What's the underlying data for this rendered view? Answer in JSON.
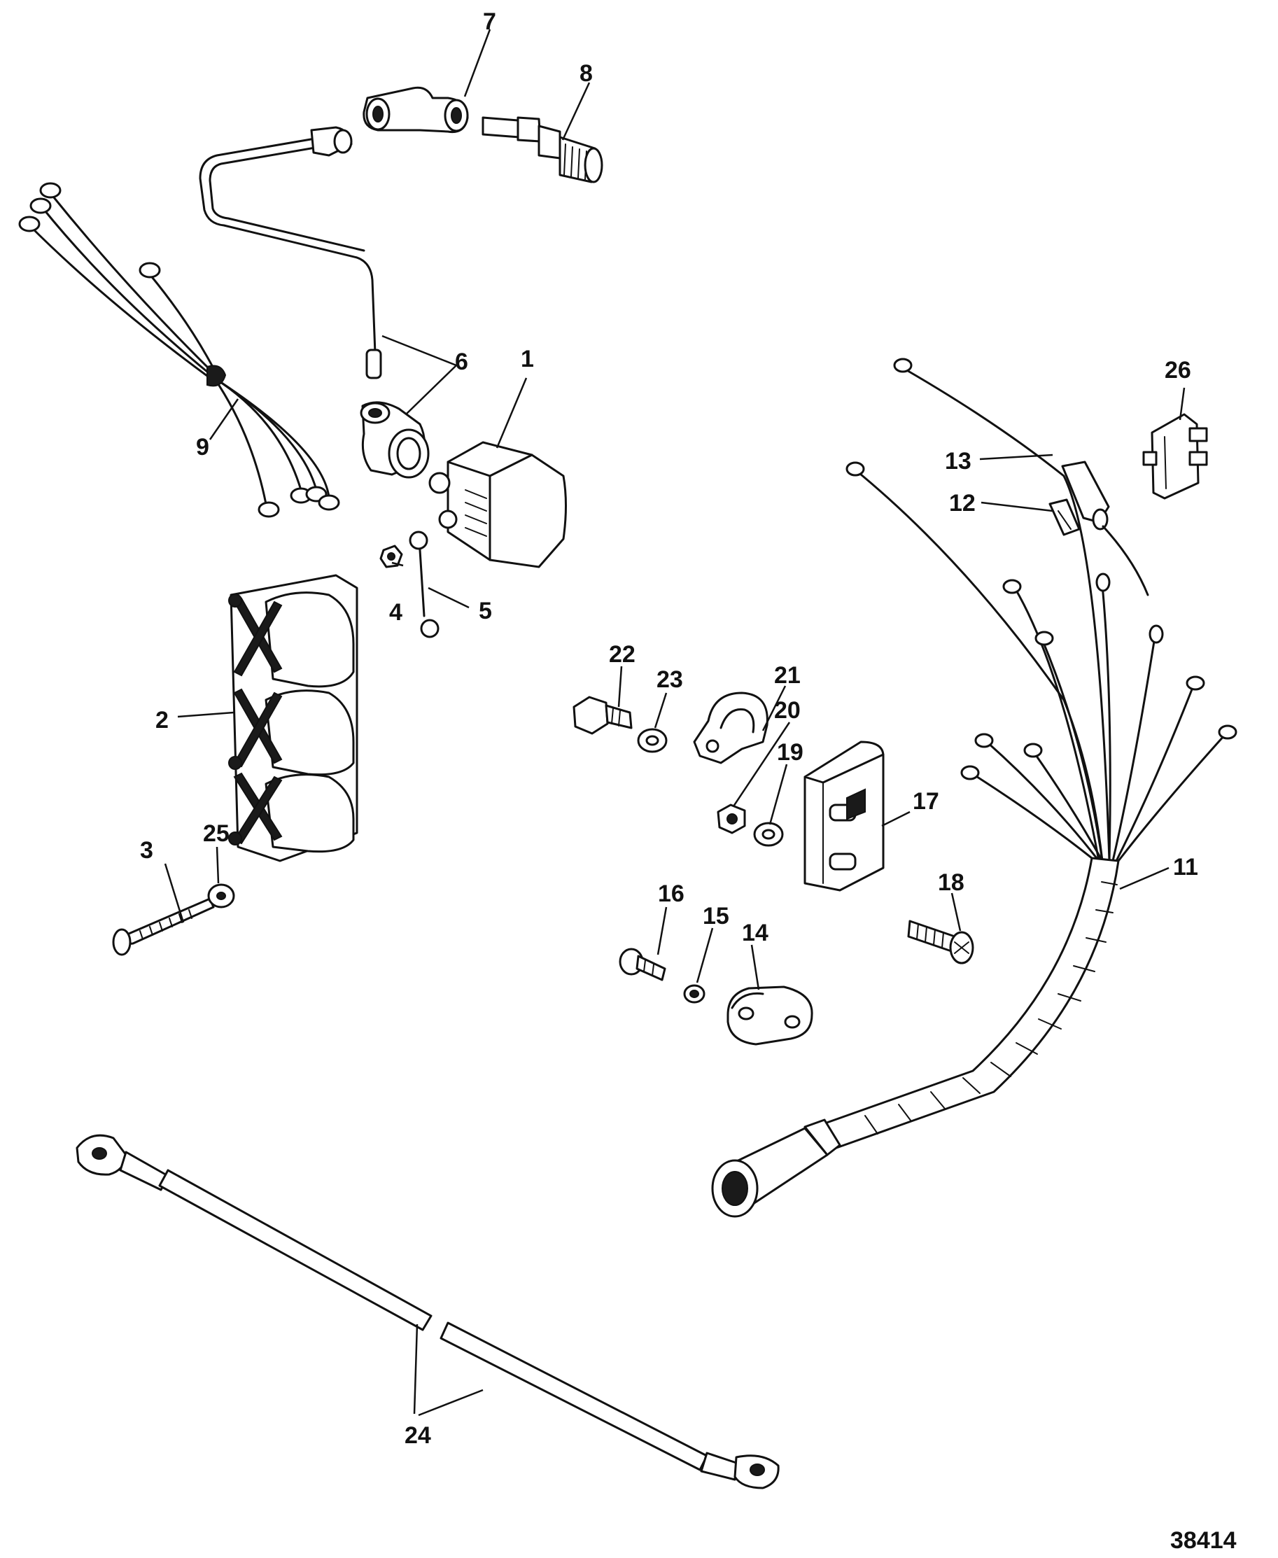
{
  "callouts": {
    "c1": "1",
    "c2": "2",
    "c3": "3",
    "c4": "4",
    "c5": "5",
    "c6": "6",
    "c7": "7",
    "c8": "8",
    "c9": "9",
    "c11": "11",
    "c12": "12",
    "c13": "13",
    "c14": "14",
    "c15": "15",
    "c16": "16",
    "c17": "17",
    "c18": "18",
    "c19": "19",
    "c20": "20",
    "c21": "21",
    "c22": "22",
    "c23": "23",
    "c24": "24",
    "c25": "25",
    "c26": "26"
  },
  "reference_number": "38414"
}
